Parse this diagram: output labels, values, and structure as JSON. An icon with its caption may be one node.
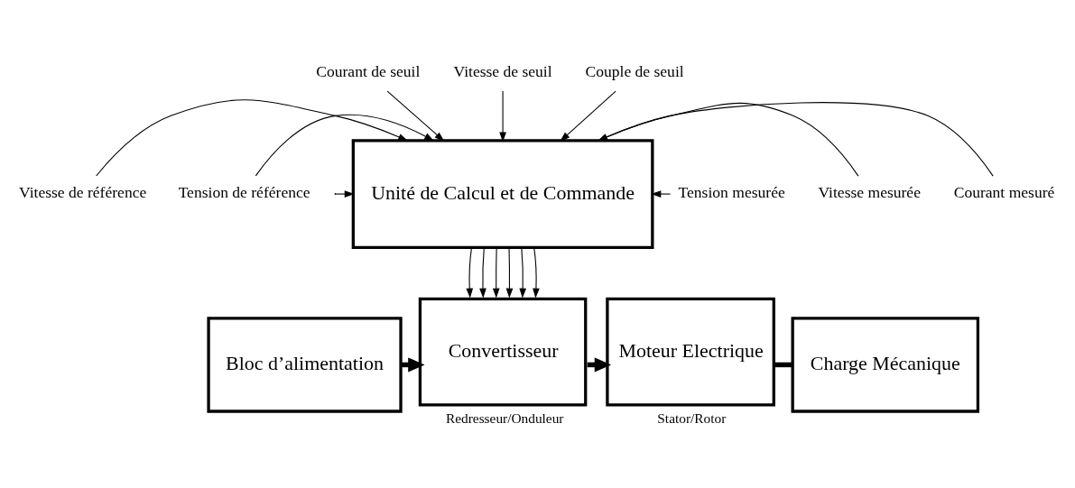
{
  "diagram": {
    "nodes": [
      {
        "text": [
          "Unité de Calcul et de Commande"
        ]
      },
      {
        "text": [
          "Bloc d’alimentation"
        ]
      },
      {
        "text": [
          "Convertisseur"
        ],
        "beside": [
          "Redresseur/Onduleur"
        ]
      },
      {
        "text": [
          "Moteur Electrique"
        ],
        "beside": [
          "Stator/Rotor"
        ]
      },
      {
        "text": [
          "Charge Mécanique"
        ]
      },
      {
        "text": [
          "Courant de seuil"
        ]
      },
      {
        "text": [
          "Vitesse de seuil"
        ]
      },
      {
        "text": [
          "Couple de seuil"
        ]
      },
      {
        "text": [
          "Vitesse de référence"
        ]
      },
      {
        "text": [
          "Tension de référence"
        ]
      },
      {
        "text": [
          "Courant mesuré"
        ]
      },
      {
        "text": [
          "Vitesse mesurée"
        ]
      },
      {
        "text": [
          "Tension mesurée"
        ]
      }
    ],
    "edges": [
      {
        "from": 5,
        "to": 0,
        "arrow": "to"
      },
      {
        "from": 6,
        "to": 0,
        "arrow": "to"
      },
      {
        "from": 7,
        "to": 0,
        "arrow": "to"
      },
      {
        "from": null,
        "to": 0,
        "arrow": "to"
      },
      {
        "from": 8,
        "to": 0,
        "arrow": "to"
      },
      {
        "from": 9,
        "to": 0,
        "arrow": "to"
      },
      {
        "from": 10,
        "to": 0,
        "arrow": "to"
      },
      {
        "from": 11,
        "to": 0,
        "arrow": "to"
      },
      {
        "from": 12,
        "to": 0,
        "arrow": "to"
      },
      {
        "from": 0,
        "to": 2,
        "arrow": "to"
      },
      {
        "from": 0,
        "to": 2,
        "arrow": "to"
      },
      {
        "from": 0,
        "to": 2,
        "arrow": "to"
      },
      {
        "from": 0,
        "to": 2,
        "arrow": "to"
      },
      {
        "from": 0,
        "to": 2,
        "arrow": "to"
      },
      {
        "from": 0,
        "to": 2,
        "arrow": "to"
      },
      {
        "from": 1,
        "to": 2,
        "arrow": "to",
        "style": "thick"
      },
      {
        "from": 2,
        "to": 3,
        "arrow": "to",
        "style": "thick"
      },
      {
        "from": 3,
        "to": 4,
        "arrow": "none",
        "style": "thick"
      }
    ]
  }
}
